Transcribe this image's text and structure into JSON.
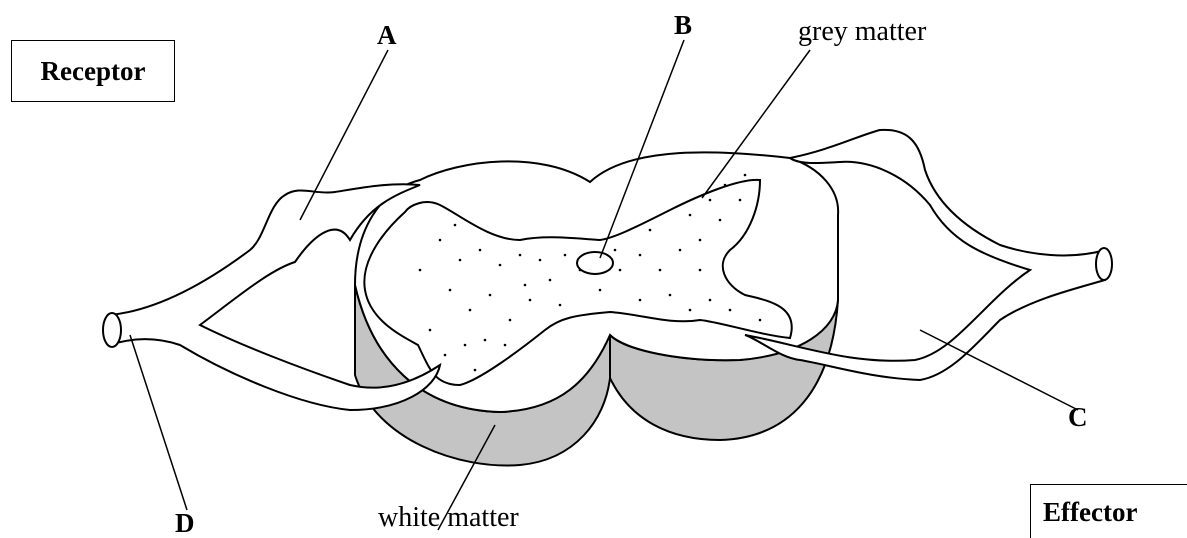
{
  "labels": {
    "receptor": "Receptor",
    "effector": "Effector",
    "a": "A",
    "b": "B",
    "c": "C",
    "d": "D",
    "grey_matter": "grey matter",
    "white_matter": "white matter"
  },
  "colors": {
    "outline": "#000000",
    "cord_side": "#c4c4c4",
    "background": "#ffffff"
  }
}
